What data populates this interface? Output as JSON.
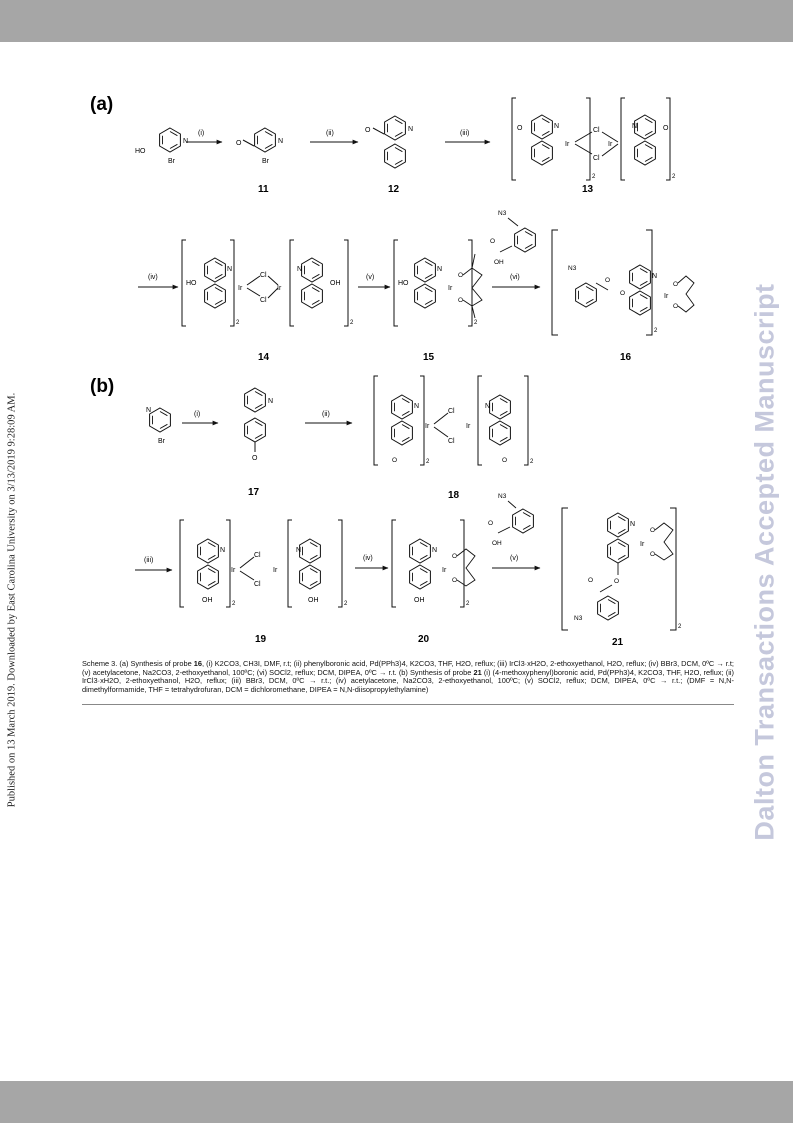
{
  "side_left_text": "Published on 13 March 2019. Downloaded by East Carolina University on 3/13/2019 9:28:09 AM.",
  "side_right_text": "Dalton Transactions Accepted Manuscript",
  "scheme": {
    "part_a_label": "(a)",
    "part_b_label": "(b)",
    "steps_a": [
      "(i)",
      "(ii)",
      "(iii)",
      "(iv)",
      "(v)",
      "(vi)"
    ],
    "steps_b": [
      "(i)",
      "(ii)",
      "(iii)",
      "(iv)",
      "(v)"
    ],
    "compounds_a": [
      "11",
      "12",
      "13",
      "14",
      "15",
      "16"
    ],
    "compounds_b": [
      "17",
      "18",
      "19",
      "20",
      "21"
    ],
    "atoms": {
      "N": "N",
      "Br": "Br",
      "HO": "HO",
      "OH": "OH",
      "Ir": "Ir",
      "Cl": "Cl",
      "O": "O",
      "N3": "N3",
      "sub2": "2"
    }
  },
  "caption": {
    "intro": "Scheme 3. (a) Synthesis of probe ",
    "probe_a": "16",
    "text_a": ", (i) K2CO3, CH3I, DMF, r.t; (ii) phenylboronic acid, Pd(PPh3)4, K2CO3, THF, H2O, reflux; (iii) IrCl3·xH2O, 2-ethoxyethanol, H2O, reflux; (iv) BBr3, DCM, 0ºC → r.t; (v) acetylacetone, Na2CO3, 2-ethoxyethanol, 100ºC; (vi) SOCl2, reflux; DCM, DIPEA, 0ºC → r.t. (b) Synthesis of probe ",
    "probe_b": "21",
    "text_b": " (i) (4-methoxyphenyl)boronic acid, Pd(PPh3)4, K2CO3, THF, H2O, reflux; (ii) IrCl3·xH2O, 2-ethoxyethanol, H2O, reflux; (iii) BBr3, DCM, 0ºC → r.t.; (iv) acetylacetone, Na2CO3, 2-ethoxyethanol, 100ºC; (v) SOCl2, reflux; DCM, DIPEA, 0ºC → r.t.; (DMF = N,N-dimethylformamide, THF = tetrahydrofuran, DCM = dichloromethane, DIPEA = N,N-diisopropylethylamine)"
  }
}
